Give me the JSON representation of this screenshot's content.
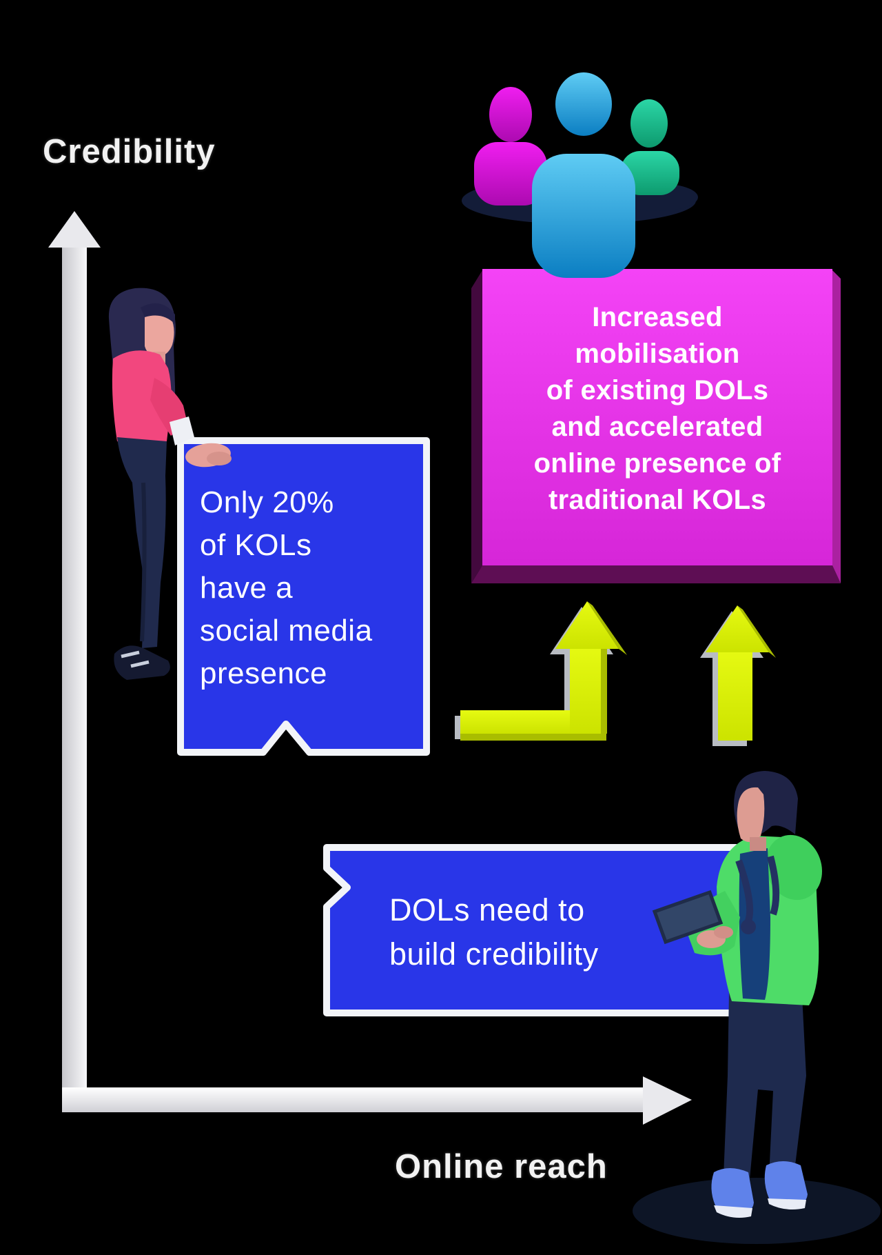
{
  "axes": {
    "y_label": "Credibility",
    "x_label": "Online reach"
  },
  "bubbles": {
    "kol_stat": {
      "lines": [
        "Only 20%",
        "of KOLs",
        "have a",
        "social media",
        "presence"
      ]
    },
    "dol_need": {
      "lines": [
        "DOLs need to",
        "build credibility"
      ]
    }
  },
  "callout": {
    "lines": [
      "Increased",
      "mobilisation",
      "of existing DOLs",
      "and accelerated",
      "online presence of",
      "traditional KOLs"
    ]
  },
  "colors": {
    "background": "#000000",
    "bubble_blue": "#2936E8",
    "bubble_border": "#F2F4F8",
    "callout_pink": "#E93BEA",
    "arrow_chartreuse": "#D8F000",
    "axis_gray": "#E9E9ED",
    "user_icon_magenta": "#D911D9",
    "user_icon_blue": "#1BA6DF",
    "user_icon_teal": "#16BD8E"
  }
}
